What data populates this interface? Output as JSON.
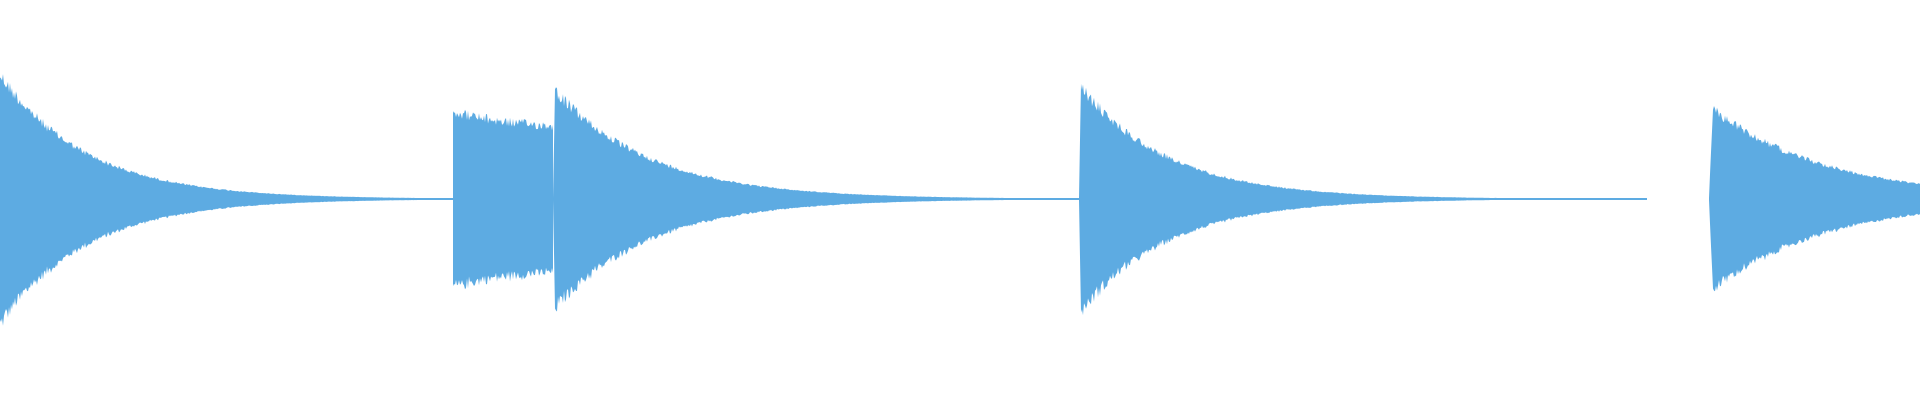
{
  "waveform": {
    "color": "#5DABE2",
    "background": "#FFFFFF",
    "clips": [
      {
        "start": 0.0,
        "end": 0.236,
        "attack": 0.0,
        "peak": 0.8,
        "decay": 0.045
      },
      {
        "start": 0.236,
        "end": 0.288,
        "attack": 0.002,
        "peak": 0.56,
        "decay": 0.25
      },
      {
        "start": 0.288,
        "end": 0.562,
        "attack": 0.001,
        "peak": 0.7,
        "decay": 0.05
      },
      {
        "start": 0.562,
        "end": 0.858,
        "attack": 0.001,
        "peak": 0.72,
        "decay": 0.046
      },
      {
        "start": 0.89,
        "end": 1.0,
        "attack": 0.002,
        "peak": 0.58,
        "decay": 0.06
      }
    ]
  }
}
